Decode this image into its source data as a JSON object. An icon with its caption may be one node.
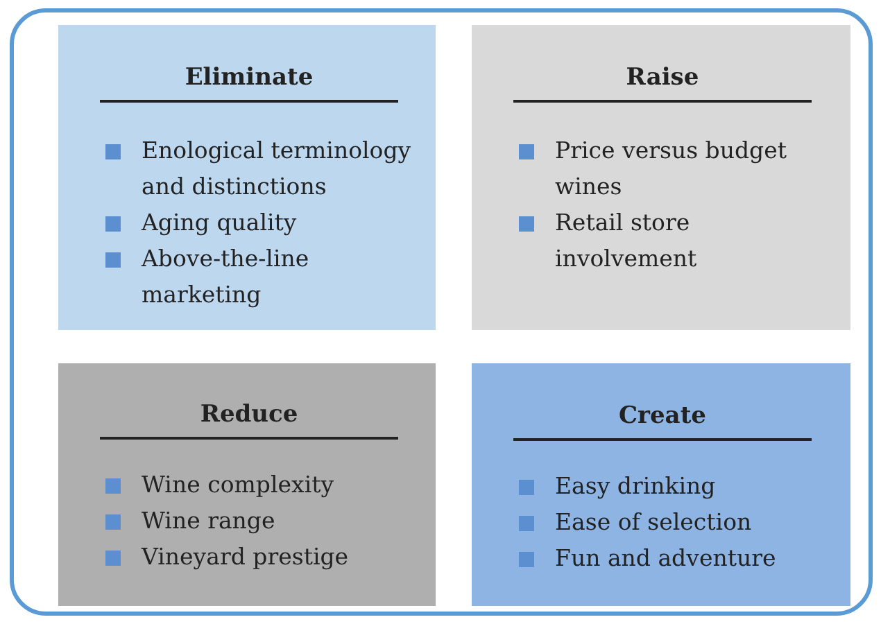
{
  "diagram": {
    "nodes": [
      {
        "text": [],
        "shape": "box"
      },
      {
        "text": [
          "Eliminate",
          "Enological terminology and distinctions",
          "Aging quality",
          "Above-the-line marketing"
        ],
        "in": 0
      },
      {
        "text": [
          "Raise",
          "Price versus budget wines",
          "Retail store involvement"
        ],
        "in": 0
      },
      {
        "text": [
          "Reduce",
          "Wine complexity",
          "Wine range",
          "Vineyard prestige"
        ],
        "in": 0
      },
      {
        "text": [
          "Create",
          "Easy drinking",
          "Ease of selection",
          "Fun and adventure"
        ],
        "in": 0
      }
    ],
    "edges": []
  }
}
